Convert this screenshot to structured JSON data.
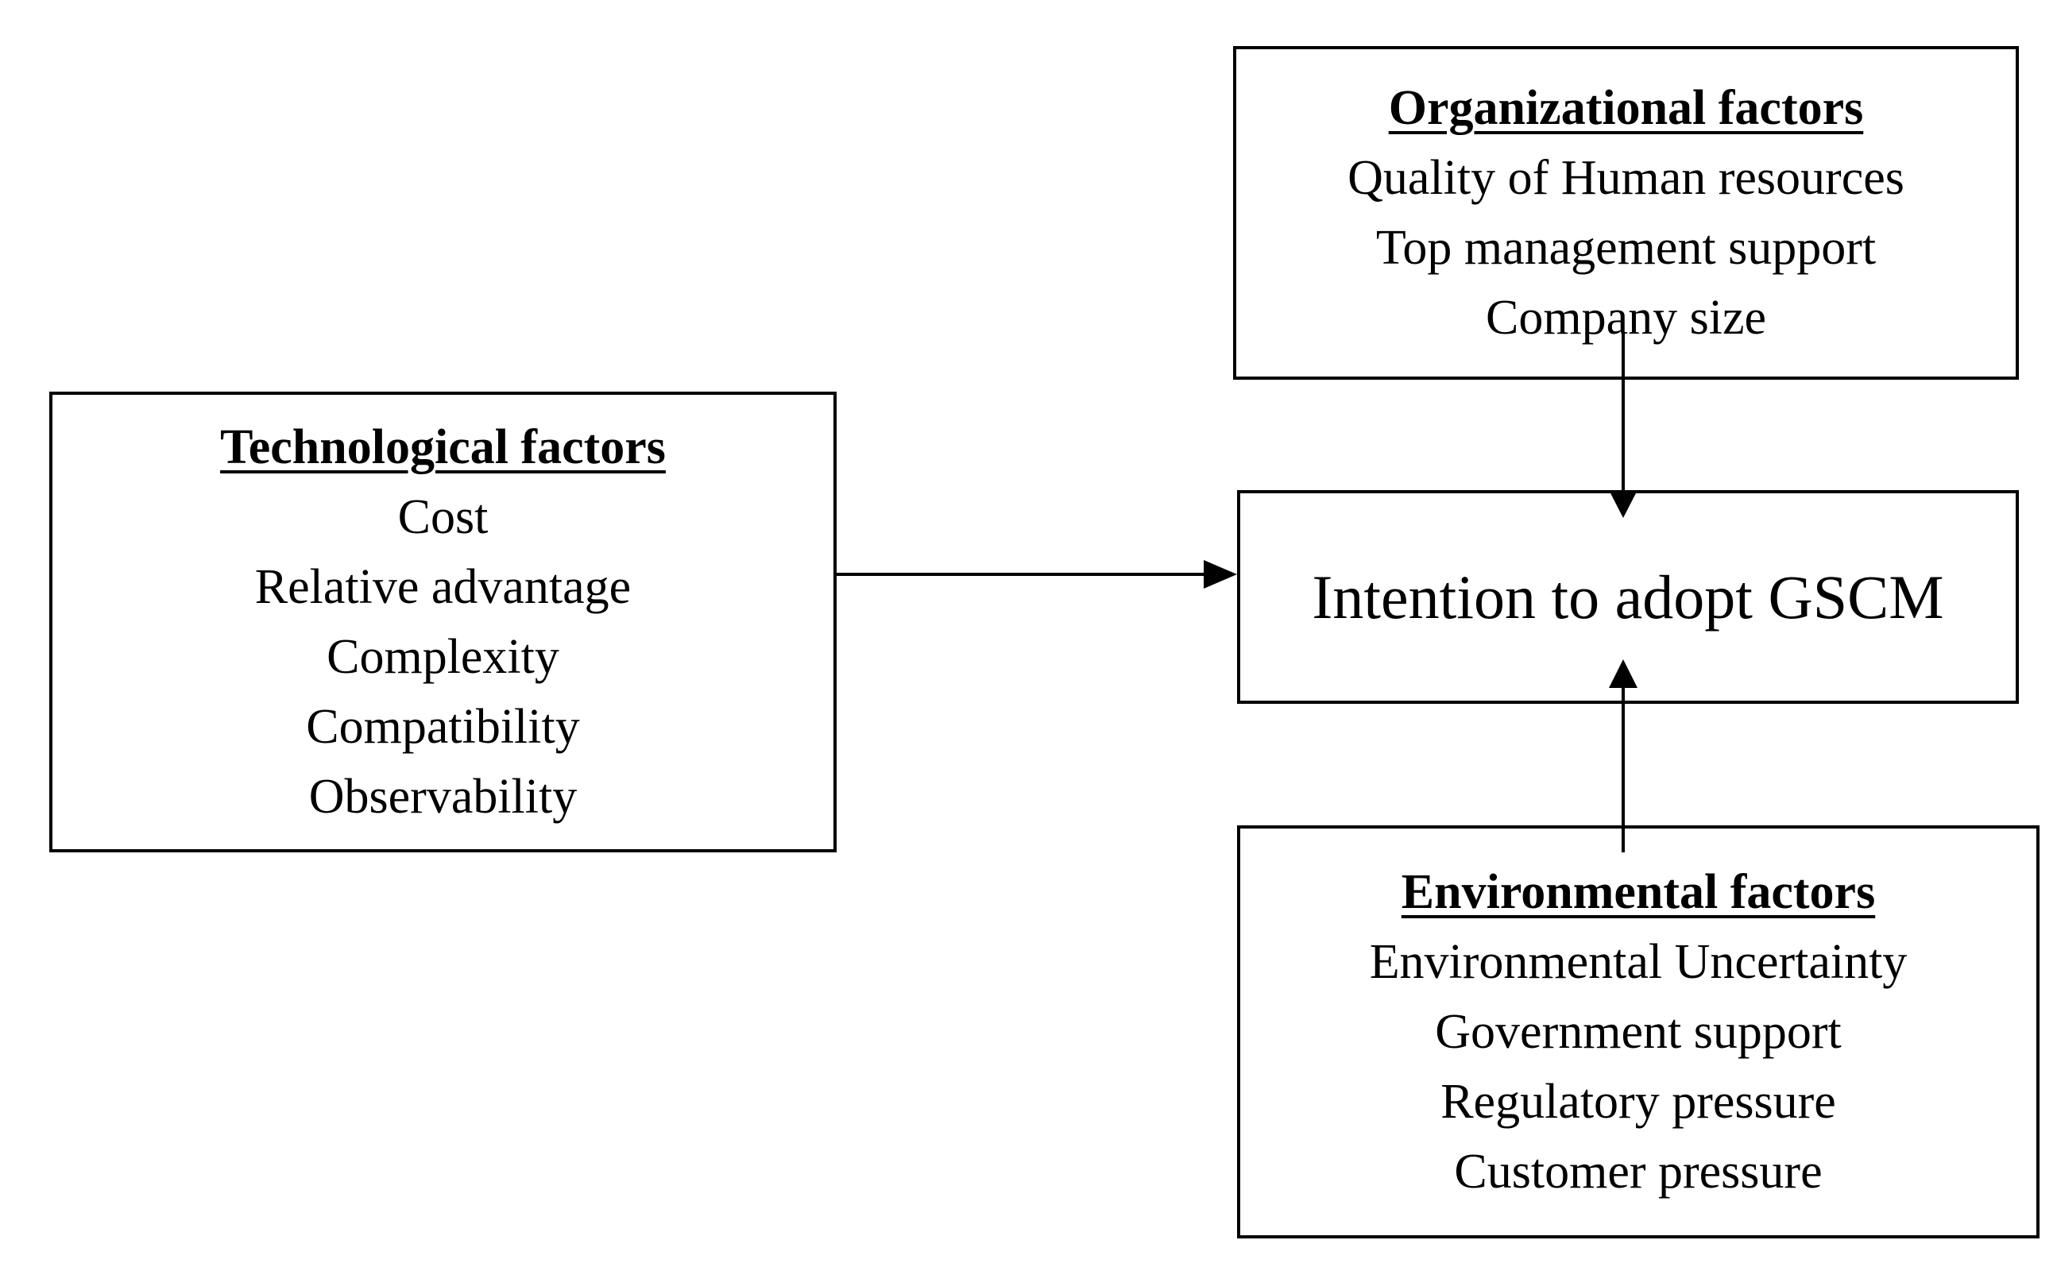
{
  "technological": {
    "title": "Technological factors",
    "items": [
      "Cost",
      "Relative advantage",
      "Complexity",
      "Compatibility",
      "Observability"
    ]
  },
  "organizational": {
    "title": "Organizational factors",
    "items": [
      "Quality of Human resources",
      "Top management support",
      "Company size"
    ]
  },
  "environmental": {
    "title": "Environmental factors",
    "items": [
      "Environmental Uncertainty",
      "Government support",
      "Regulatory pressure",
      "Customer pressure"
    ]
  },
  "outcome": {
    "label": "Intention to adopt GSCM"
  }
}
